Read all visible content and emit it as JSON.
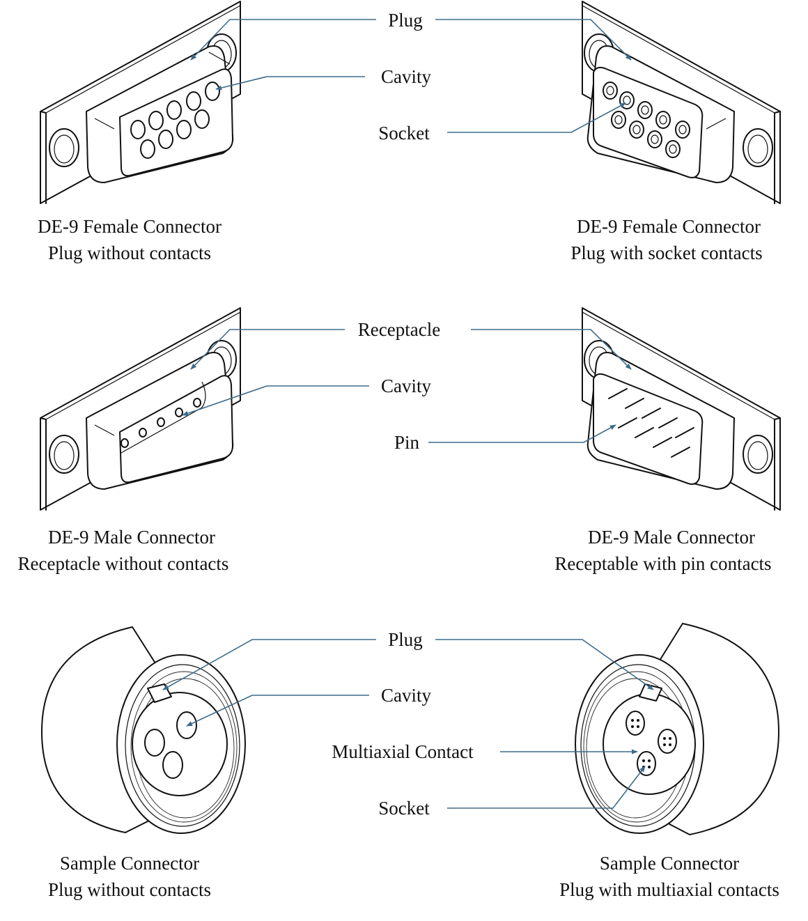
{
  "colors": {
    "leader": "#3d6b8a",
    "ink": "#111111",
    "background": "#ffffff"
  },
  "rows": [
    {
      "labels": {
        "plug": "Plug",
        "cavity": "Cavity",
        "socket": "Socket"
      },
      "left_caption": {
        "line1": "DE-9 Female Connector",
        "line2": "Plug without contacts"
      },
      "right_caption": {
        "line1": "DE-9 Female Connector",
        "line2": "Plug with socket contacts"
      }
    },
    {
      "labels": {
        "receptacle": "Receptacle",
        "cavity": "Cavity",
        "pin": "Pin"
      },
      "left_caption": {
        "line1": "DE-9 Male Connector",
        "line2": "Receptacle without contacts"
      },
      "right_caption": {
        "line1": "DE-9 Male Connector",
        "line2": "Receptable with pin contacts"
      }
    },
    {
      "labels": {
        "plug": "Plug",
        "cavity": "Cavity",
        "multiaxial": "Multiaxial Contact",
        "socket": "Socket"
      },
      "left_caption": {
        "line1": "Sample Connector",
        "line2": "Plug without contacts"
      },
      "right_caption": {
        "line1": "Sample Connector",
        "line2": "Plug with multiaxial contacts"
      }
    }
  ]
}
